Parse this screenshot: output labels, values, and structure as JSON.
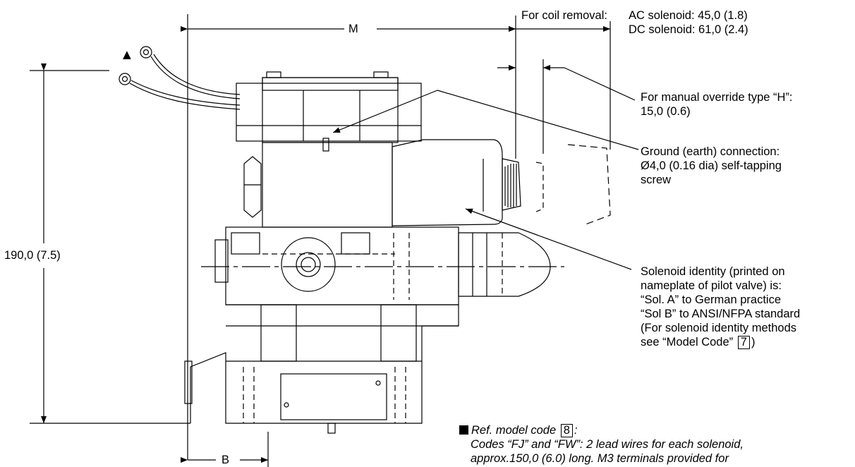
{
  "dimensions": {
    "m_label": "M",
    "b_label": "B",
    "height_label": "190,0 (7.5)"
  },
  "coil_removal": {
    "label": "For coil removal:",
    "ac": "AC solenoid: 45,0 (1.8)",
    "dc": "DC solenoid: 61,0 (2.4)"
  },
  "manual_override": {
    "line1": "For manual override type “H”:",
    "line2": "15,0 (0.6)"
  },
  "ground": {
    "line1": "Ground (earth) connection:",
    "line2": "Ø4,0 (0.16 dia) self-tapping",
    "line3": "screw"
  },
  "solenoid_identity": {
    "line1": "Solenoid identity (printed on",
    "line2": "nameplate of pilot valve) is:",
    "line3": "“Sol. A” to German practice",
    "line4": "“Sol  B” to ANSI/NFPA standard",
    "line5_pre": "(For solenoid identity methods",
    "line6_pre": "see “Model Code”",
    "line6_box": "7",
    "line6_post": ")"
  },
  "ref_note": {
    "line1_pre": "Ref. model code",
    "line1_box": "8",
    "line1_post": ":",
    "line2": "Codes “FJ” and “FW”: 2 lead wires for each solenoid,",
    "line3": "approx.150,0 (6.0) long. M3 terminals provided for"
  },
  "wire_marker": "▲"
}
